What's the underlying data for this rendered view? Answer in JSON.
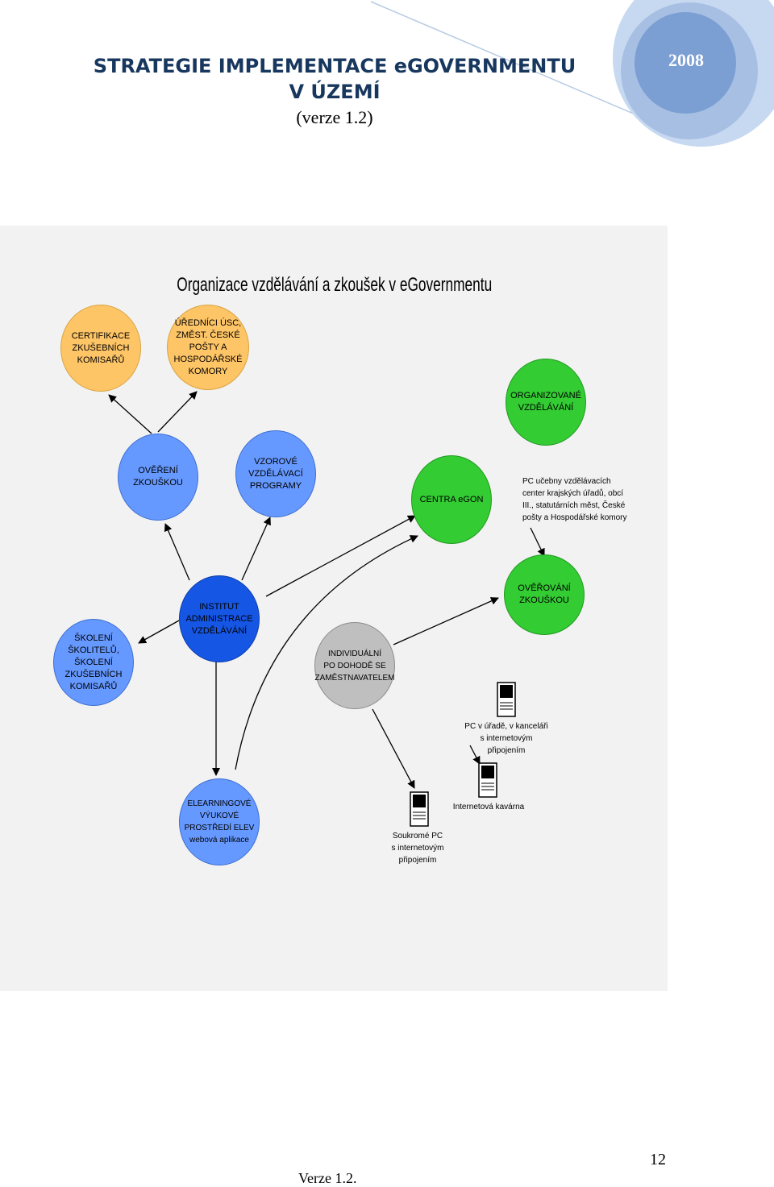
{
  "header": {
    "title_line1": "STRATEGIE IMPLEMENTACE eGOVERNMENTU",
    "title_line2": "V ÚZEMÍ",
    "version": "(verze 1.2)",
    "year": "2008"
  },
  "diagram": {
    "title": "Organizace vzdělávání a zkoušek v eGovernmentu",
    "nodes": {
      "certifikace": "CERTIFIKACE\nZKUŠEBNÍCH\nKOMISAŘŮ",
      "urednici": "ÚŘEDNÍCI ÚSC,\nZMĚST. ČESKÉ\nPOŠTY A\nHOSPODÁŘSKÉ\nKOMORY",
      "organizovane": "ORGANIZOVANÉ\nVZDĚLÁVÁNÍ",
      "overeni": "OVĚŘENÍ\nZKOUŠKOU",
      "vzorove": "VZOROVÉ\nVZDĚLÁVACÍ\nPROGRAMY",
      "centra": "CENTRA eGON",
      "overovani": "OVĚŘOVÁNÍ\nZKOUŠKOU",
      "skoleni": "ŠKOLENÍ\nŠKOLITELŮ,\nŠKOLENÍ\nZKUŠEBNÍCH\nKOMISAŘŮ",
      "institut": "INSTITUT\nADMINISTRACE\nVZDĚLÁVÁNÍ",
      "individualni": "INDIVIDUÁLNÍ\nPO DOHODĚ SE\nZAMĚSTNAVATELEM",
      "elearning": "ELEARNINGOVÉ\nVÝUKOVÉ\nPROSTŘEDÍ ELEV\nwebová aplikace"
    },
    "labels": {
      "pc_ucebny": "PC učebny vzdělávacích\ncenter krajských úřadů, obcí\nIII., statutárních měst, České\npošty a Hospodářské komory",
      "pc_urad": "PC v úřadě, v kanceláři\ns internetovým připojením",
      "kavarna": "Internetová kavárna",
      "soukrome": "Soukromé PC\ns internetovým připojením"
    },
    "colors": {
      "yellow": "#fec567",
      "light_blue": "#6699ff",
      "dark_blue": "#1556e4",
      "green": "#33cc33",
      "gray": "#bfbfbf",
      "background": "#f2f2f2"
    }
  },
  "footer": {
    "version": "Verze 1.2.",
    "page": "12"
  }
}
